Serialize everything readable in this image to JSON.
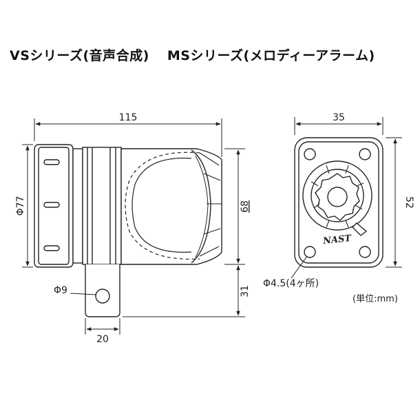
{
  "title": {
    "vs": "VSシリーズ(音声合成)",
    "ms": "MSシリーズ(メロディーアラーム)"
  },
  "dimensions": {
    "width_total": "115",
    "diameter": "Φ77",
    "height_front": "68",
    "bracket_height": "31",
    "hole_diameter": "Φ9",
    "bracket_width": "20",
    "back_width": "35",
    "back_height": "52",
    "mount_hole": "Φ4.5(4ヶ所)"
  },
  "logo_text": "NAST",
  "unit_label": "(単位:mm)"
}
